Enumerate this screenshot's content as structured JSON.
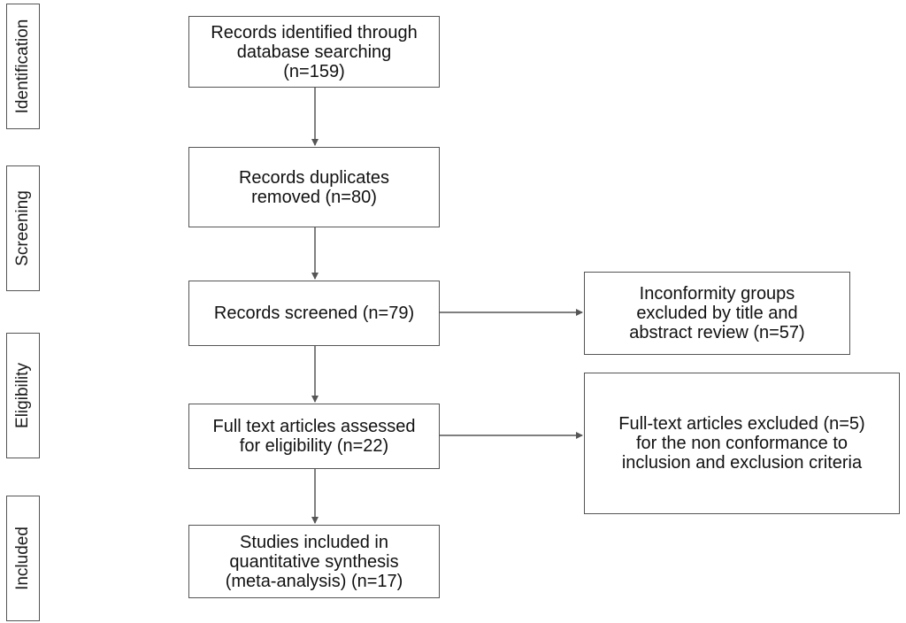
{
  "phases": {
    "identification": "Identification",
    "screening": "Screening",
    "eligibility": "Eligibility",
    "included": "Included"
  },
  "boxes": {
    "identified": "Records identified through\ndatabase searching\n(n=159)",
    "duplicates_removed": "Records duplicates\nremoved (n=80)",
    "screened": "Records screened (n=79)",
    "excluded_title_abstract": "Inconformity groups\nexcluded by title and\nabstract review (n=57)",
    "full_text_assessed": "Full text articles assessed\nfor eligibility (n=22)",
    "full_text_excluded": "Full-text articles excluded (n=5)\nfor the non conformance to\ninclusion and exclusion criteria",
    "included_studies": "Studies included in\nquantitative synthesis\n(meta-analysis) (n=17)"
  },
  "colors": {
    "line": "#555555",
    "text": "#111111",
    "background": "#ffffff"
  }
}
